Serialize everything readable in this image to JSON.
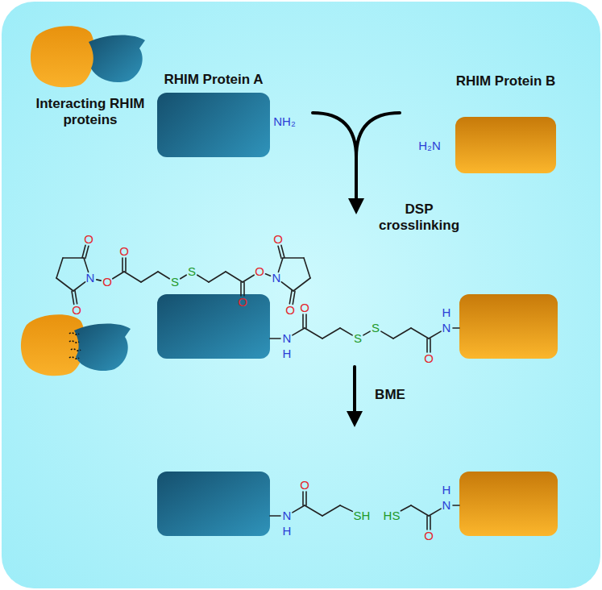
{
  "diagram": {
    "nodes": [
      {
        "text": [
          "RHIM Protein A"
        ]
      },
      {
        "text": [
          "RHIM Protein B"
        ]
      }
    ],
    "labels": [
      "Interacting RHIM proteins",
      "NH₂",
      "H₂N",
      "DSP crosslinking",
      "BME",
      "O",
      "O",
      "N",
      "O",
      "O",
      "S",
      "S",
      "O",
      "O",
      "N",
      "O",
      "O",
      "N",
      "H",
      "O",
      "S",
      "S",
      "O",
      "H",
      "N",
      "N",
      "H",
      "O",
      "SH",
      "HS",
      "O",
      "H",
      "N"
    ]
  }
}
